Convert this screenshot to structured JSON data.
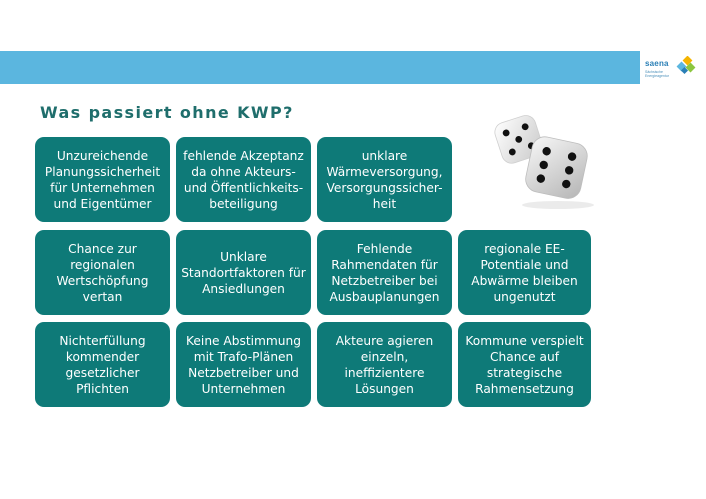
{
  "header": {
    "title": "Was passiert ohne KWP?"
  },
  "logo": {
    "name": "saena",
    "subline": "Sächsische Energieagentur"
  },
  "tiles": [
    "Unzureichende Planungssicherheit für Unternehmen und Eigentümer",
    "fehlende Akzeptanz da ohne Akteurs- und Öffentlichkeits-beteiligung",
    "unklare Wärmeversorgung, Versorgungssicher-heit",
    "Chance zur regionalen Wertschöpfung vertan",
    "Unklare Standortfaktoren für Ansiedlungen",
    "Fehlende Rahmendaten für Netzbetreiber bei Ausbauplanungen",
    "regionale EE-Potentiale und Abwärme bleiben ungenutzt",
    "Nichterfüllung kommender gesetzlicher Pflichten",
    "Keine Abstimmung mit Trafo-Plänen Netzbetreiber und Unternehmen",
    "Akteure agieren einzeln, ineffizientere Lösungen",
    "Kommune verspielt Chance auf strategische Rahmensetzung"
  ],
  "colors": {
    "tile": "#0e7a78",
    "title": "#1f6e6c",
    "bar": "#5bb6df"
  },
  "image": {
    "icon": "dice-icon"
  }
}
